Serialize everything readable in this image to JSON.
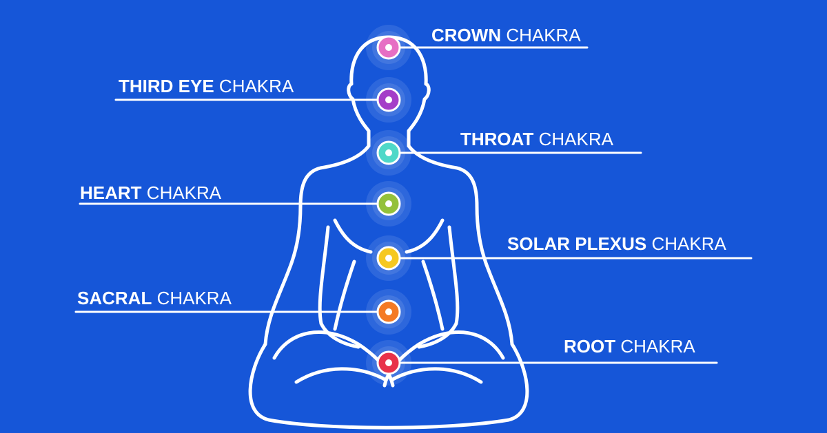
{
  "diagram": {
    "background": "#1656d8",
    "line_color": "#ffffff",
    "chakras": [
      {
        "id": "crown",
        "bold": "CROWN",
        "rest": " CHAKRA",
        "color": "#e66fc4",
        "side": "right"
      },
      {
        "id": "third-eye",
        "bold": "THIRD EYE",
        "rest": " CHAKRA",
        "color": "#a43ec8",
        "side": "left"
      },
      {
        "id": "throat",
        "bold": "THROAT",
        "rest": " CHAKRA",
        "color": "#4fd8c8",
        "side": "right"
      },
      {
        "id": "heart",
        "bold": "HEART",
        "rest": " CHAKRA",
        "color": "#94c13a",
        "side": "left"
      },
      {
        "id": "solar-plexus",
        "bold": "SOLAR PLEXUS",
        "rest": " CHAKRA",
        "color": "#f6c820",
        "side": "right"
      },
      {
        "id": "sacral",
        "bold": "SACRAL",
        "rest": " CHAKRA",
        "color": "#f47a24",
        "side": "left"
      },
      {
        "id": "root",
        "bold": "ROOT",
        "rest": " CHAKRA",
        "color": "#e8324a",
        "side": "right"
      }
    ]
  }
}
